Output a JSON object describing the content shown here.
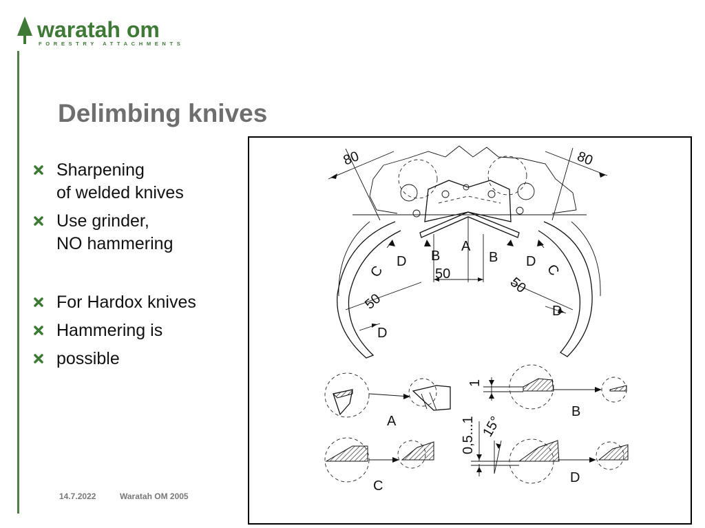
{
  "logo": {
    "name": "waratah om",
    "tagline": "FORESTRY ATTACHMENTS",
    "brand_color": "#3e7a36"
  },
  "title": "Delimbing knives",
  "bullets": [
    {
      "line1": "Sharpening",
      "line2": "of welded knives"
    },
    {
      "line1": "Use grinder,",
      "line2": "NO hammering"
    },
    {
      "line1": "For Hardox knives"
    },
    {
      "line1": "Hammering is"
    },
    {
      "line1": "possible"
    }
  ],
  "bullet_icon": "x-mark-icon",
  "bullet_color": "#3e7a36",
  "footer": {
    "date": "14.7.2022",
    "brand": "Waratah OM 2005"
  },
  "diagram": {
    "dim_80": "80",
    "dim_50": "50",
    "label_a": "A",
    "label_b": "B",
    "label_c": "C",
    "label_d": "D",
    "dim_1": "1",
    "dim_05": "0,5...1",
    "dim_15": "15°"
  }
}
